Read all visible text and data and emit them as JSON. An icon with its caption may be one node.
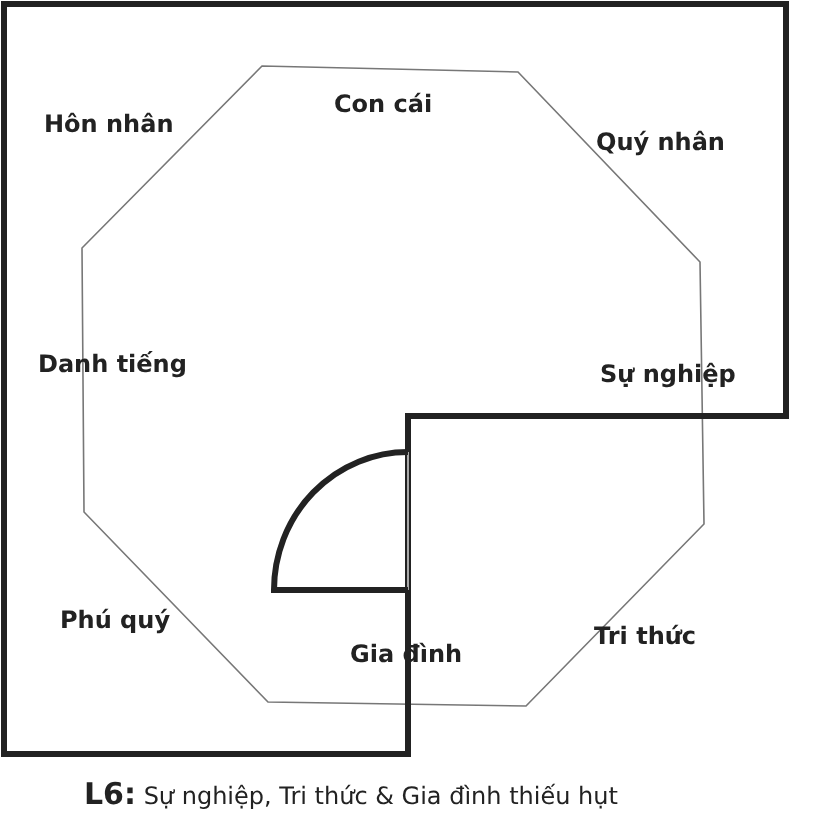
{
  "diagram": {
    "caption": "**L6:** Sự nghiệp, Tri thức & Gia đình thiếu hụt",
    "labels": [
      "Con cái",
      "Hôn nhân",
      "Quý nhân",
      "Danh tiếng",
      "Sự nghiệp",
      "Phú quý",
      "Gia đình",
      "Tri thức"
    ]
  }
}
